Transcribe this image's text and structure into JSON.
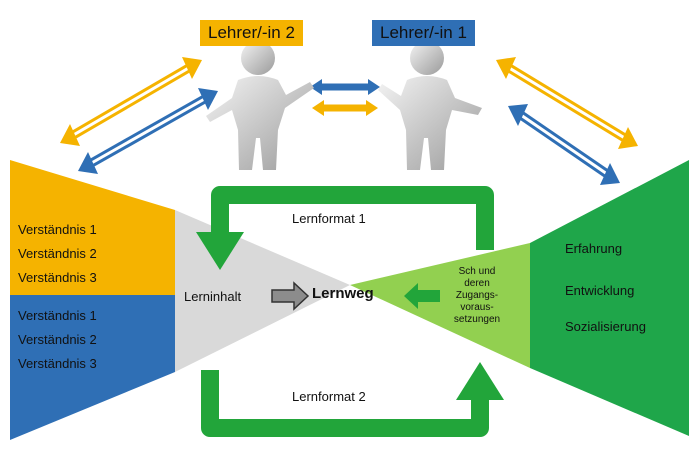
{
  "teachers": {
    "teacher2": {
      "label": "Lehrer/-in 2",
      "color": "#F5B300"
    },
    "teacher1": {
      "label": "Lehrer/-in 1",
      "color": "#2F6FB5"
    }
  },
  "left_panel": {
    "upper": {
      "items": [
        "Verständnis 1",
        "Verständnis 2",
        "Verständnis 3"
      ],
      "color": "#F5B300"
    },
    "lower": {
      "items": [
        "Verständnis 1",
        "Verständnis 2",
        "Verständnis 3"
      ],
      "color": "#2F6FB5"
    }
  },
  "right_panel": {
    "items": [
      "Erfahrung",
      "Entwicklung",
      "Sozialisierung"
    ],
    "color": "#1FA64A"
  },
  "center": {
    "content_label": "Lerninhalt",
    "path_label": "Lernweg",
    "student_label_lines": [
      "Sch und",
      "deren",
      "Zugangs-",
      "voraus-",
      "setzungen"
    ]
  },
  "formats": {
    "upper": "Lernformat 1",
    "lower": "Lernformat 2"
  },
  "colors": {
    "gray_wedge": "#D9D9D9",
    "light_green": "#92D050",
    "arrow_green": "#22A53A",
    "arrow_dark_border": "#3A3A3A",
    "yellow": "#F5B300",
    "blue": "#2F6FB5"
  },
  "icons": [
    "person-figure-icon",
    "person-figure-icon",
    "double-arrow-icon",
    "loop-arrow-icon",
    "right-arrow-icon",
    "left-arrow-icon"
  ]
}
